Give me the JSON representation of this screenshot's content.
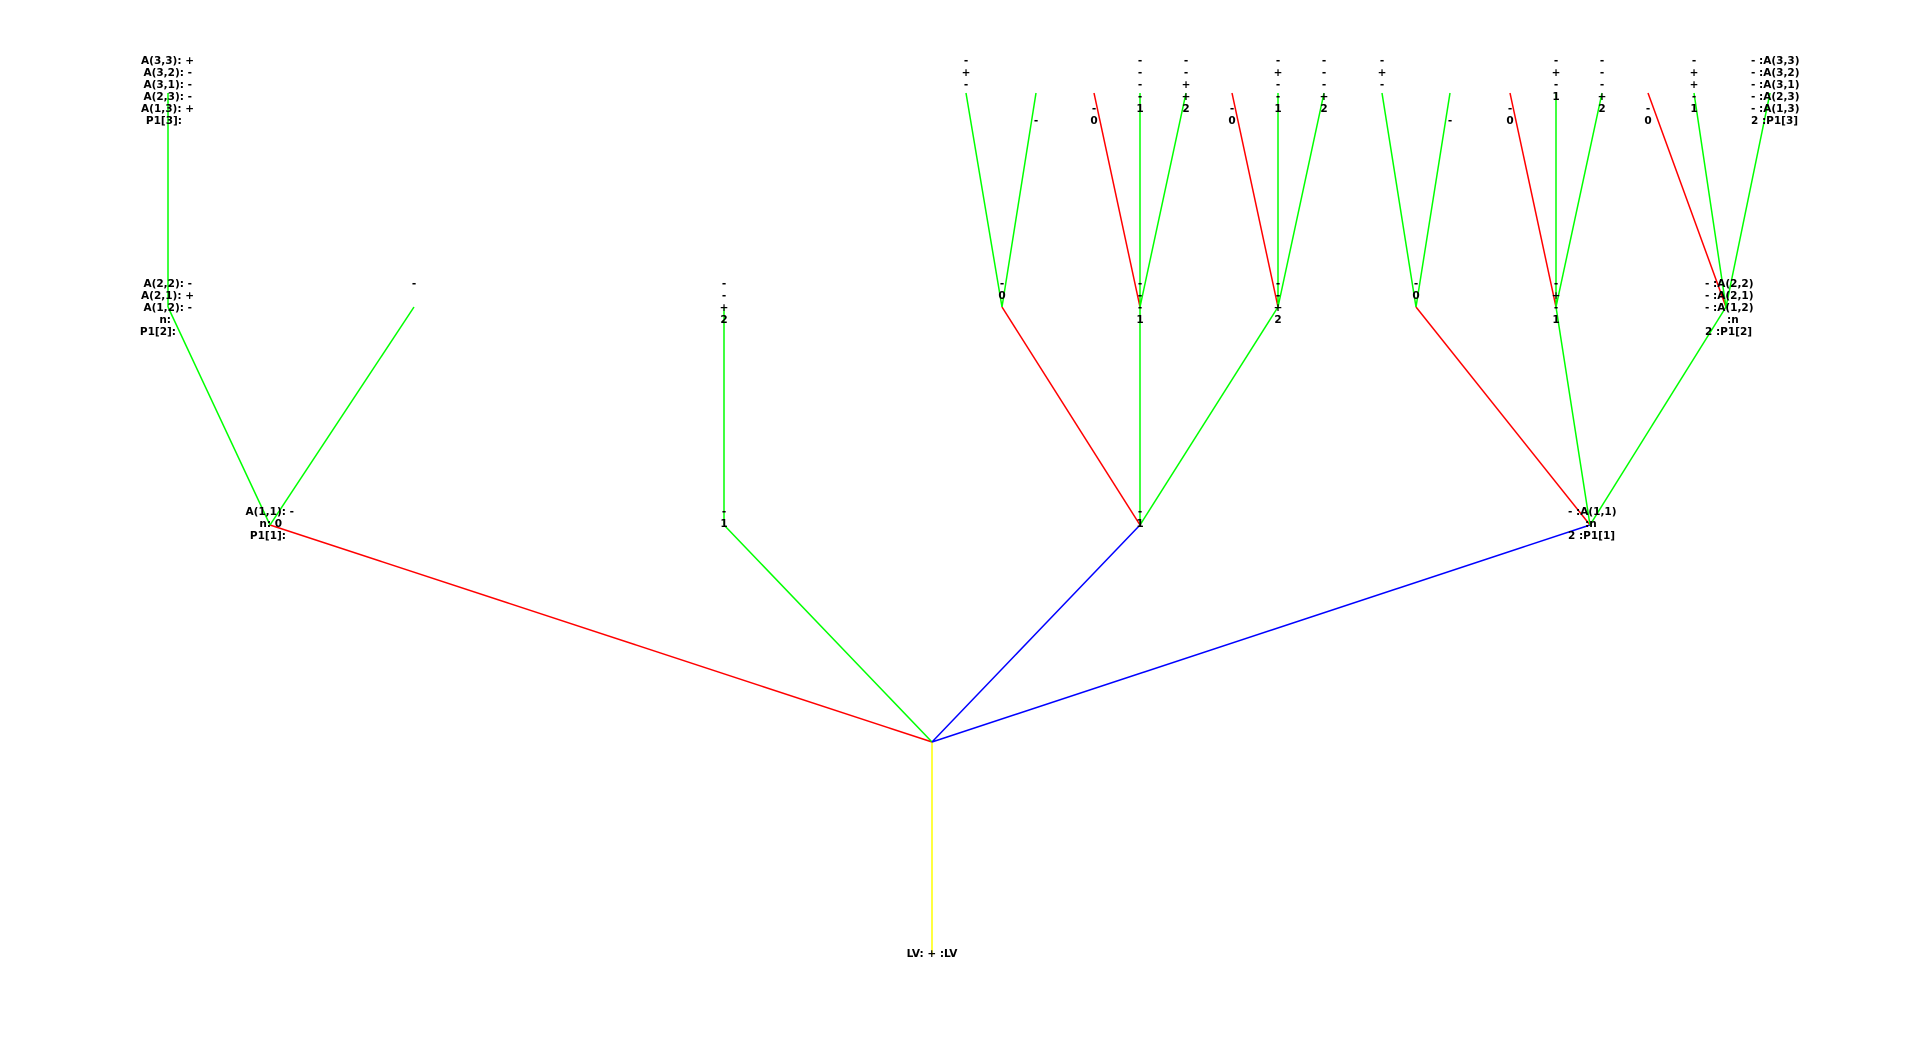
{
  "colors": {
    "red": "#ff0000",
    "green": "#00ff00",
    "blue": "#0000ff",
    "yellow": "#ffff00",
    "background": "#ffffff",
    "text": "#000000"
  },
  "legend": {
    "root": "LV: + :LV",
    "level1_left": [
      "A(1,1): -",
      "n: 0",
      "P1[1]:"
    ],
    "level1_right": [
      "- :A(1,1)",
      ":n",
      "2 :P1[1]"
    ],
    "level2_left": [
      "A(2,2): -",
      "A(2,1): +",
      "A(1,2): -",
      "n:",
      "P1[2]:"
    ],
    "level2_right": [
      "- :A(2,2)",
      "- :A(2,1)",
      "- :A(1,2)",
      ":n",
      "2 :P1[2]"
    ],
    "level3_left": [
      "A(3,3): +",
      "A(3,2): -",
      "A(3,1): -",
      "A(2,3): -",
      "A(1,3): +",
      "P1[3]:"
    ],
    "level3_right": [
      "- :A(3,3)",
      "- :A(3,2)",
      "- :A(3,1)",
      "- :A(2,3)",
      "- :A(1,3)",
      "2 :P1[3]"
    ]
  },
  "level1_nodes": [
    {
      "id": "L1a",
      "parent": "root",
      "edge": "red",
      "labels": []
    },
    {
      "id": "L1b",
      "parent": "root",
      "edge": "green",
      "labels": [
        "-",
        "1"
      ]
    },
    {
      "id": "L1c",
      "parent": "root",
      "edge": "blue",
      "labels": [
        "-",
        "1"
      ]
    },
    {
      "id": "L1d",
      "parent": "root",
      "edge": "blue",
      "labels": []
    }
  ],
  "level2_nodes": [
    {
      "id": "L2a",
      "parent": "L1a",
      "edge": "green",
      "labels": []
    },
    {
      "id": "L2b",
      "parent": "L1a",
      "edge": "green",
      "labels": [
        "-"
      ]
    },
    {
      "id": "L2c",
      "parent": "L1b",
      "edge": "green",
      "labels": [
        "-",
        "-",
        "+",
        "2"
      ]
    },
    {
      "id": "L2d",
      "parent": "L1c",
      "edge": "red",
      "labels": [
        "-",
        "0"
      ]
    },
    {
      "id": "L2e",
      "parent": "L1c",
      "edge": "green",
      "labels": [
        "-",
        "-",
        "-",
        "1"
      ]
    },
    {
      "id": "L2f",
      "parent": "L1c",
      "edge": "green",
      "labels": [
        "-",
        "-",
        "+",
        "2"
      ]
    },
    {
      "id": "L2g",
      "parent": "L1d",
      "edge": "red",
      "labels": [
        "-",
        "0"
      ]
    },
    {
      "id": "L2h",
      "parent": "L1d",
      "edge": "green",
      "labels": [
        "-",
        "+",
        "-",
        "1"
      ]
    },
    {
      "id": "L2i",
      "parent": "L1d",
      "edge": "green",
      "labels": []
    }
  ],
  "level3_nodes": [
    {
      "id": "L3a",
      "parent": "L2a",
      "edge": "green",
      "labels": []
    },
    {
      "id": "L3b",
      "parent": "L2d",
      "edge": "green",
      "labels": [
        "-",
        "+",
        "-"
      ]
    },
    {
      "id": "L3c",
      "parent": "L2d",
      "edge": "green",
      "labels": [
        "-"
      ]
    },
    {
      "id": "L3d",
      "parent": "L2e",
      "edge": "red",
      "labels": [
        "-",
        "0"
      ]
    },
    {
      "id": "L3e",
      "parent": "L2e",
      "edge": "green",
      "labels": [
        "-",
        "-",
        "-",
        "-",
        "1"
      ]
    },
    {
      "id": "L3f",
      "parent": "L2e",
      "edge": "green",
      "labels": [
        "-",
        "-",
        "+",
        "+",
        "2"
      ]
    },
    {
      "id": "L3g",
      "parent": "L2f",
      "edge": "red",
      "labels": [
        "-",
        "0"
      ]
    },
    {
      "id": "L3h",
      "parent": "L2f",
      "edge": "green",
      "labels": [
        "-",
        "+",
        "-",
        "-",
        "1"
      ]
    },
    {
      "id": "L3i",
      "parent": "L2f",
      "edge": "green",
      "labels": [
        "-",
        "-",
        "-",
        "+",
        "2"
      ]
    },
    {
      "id": "L3j",
      "parent": "L2g",
      "edge": "green",
      "labels": [
        "-",
        "+",
        "-"
      ]
    },
    {
      "id": "L3k",
      "parent": "L2g",
      "edge": "green",
      "labels": [
        "-"
      ]
    },
    {
      "id": "L3l",
      "parent": "L2h",
      "edge": "red",
      "labels": [
        "-",
        "0"
      ]
    },
    {
      "id": "L3m",
      "parent": "L2h",
      "edge": "green",
      "labels": [
        "-",
        "+",
        "-",
        "1"
      ]
    },
    {
      "id": "L3n",
      "parent": "L2h",
      "edge": "green",
      "labels": [
        "-",
        "-",
        "-",
        "+",
        "2"
      ]
    },
    {
      "id": "L3o",
      "parent": "L2i",
      "edge": "red",
      "labels": [
        "-",
        "0"
      ]
    },
    {
      "id": "L3p",
      "parent": "L2i",
      "edge": "green",
      "labels": [
        "-",
        "+",
        "+",
        "-",
        "1"
      ]
    },
    {
      "id": "L3q",
      "parent": "L2i",
      "edge": "green",
      "labels": []
    }
  ]
}
